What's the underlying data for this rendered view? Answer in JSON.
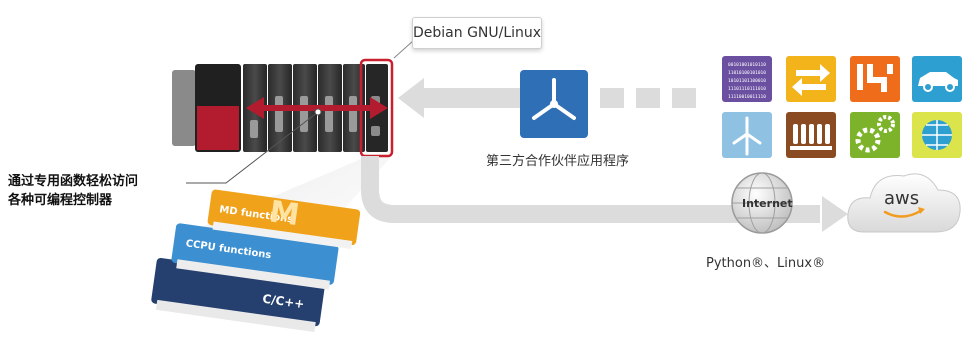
{
  "callout": {
    "debian": "Debian GNU/Linux"
  },
  "left_note": {
    "line1": "通过专用函数轻松访问",
    "line2": "各种可编程控制器"
  },
  "partner": {
    "label": "第三方合作伙伴应用程序"
  },
  "cloud": {
    "internet": "Internet",
    "aws": "aws",
    "languages": "Python®、Linux®"
  },
  "books": {
    "md": "MD functions",
    "ccpu": "CCPU functions",
    "c": "C/C++",
    "m_letter": "M"
  },
  "binary_tile": [
    "00101001010110",
    "11010100101010",
    "10101101100010",
    "11101110111010",
    "11110010011110"
  ],
  "colors": {
    "accent_red": "#b31b2e",
    "arrow_gray": "#dcdcdc",
    "partner_blue": "#2f6fb5",
    "tile_purple": "#6b4fa0",
    "tile_yellow": "#f2b31b",
    "tile_orange": "#ef6c1a",
    "tile_teal": "#2d9fd0",
    "tile_lightblue": "#8fc1e3",
    "tile_brown": "#8a4b22",
    "tile_green": "#7cb32a",
    "tile_lime": "#dbe44a",
    "book_orange": "#f0a21a",
    "book_blue": "#3c8fd0",
    "book_navy": "#253f6e"
  },
  "icons": [
    "wind-turbine-icon",
    "transfer-arrows-icon",
    "circuit-icon",
    "car-icon",
    "wind-turbine-small-icon",
    "bottling-icon",
    "gears-icon",
    "globe-grid-icon",
    "internet-globe-icon",
    "aws-cloud-icon"
  ]
}
